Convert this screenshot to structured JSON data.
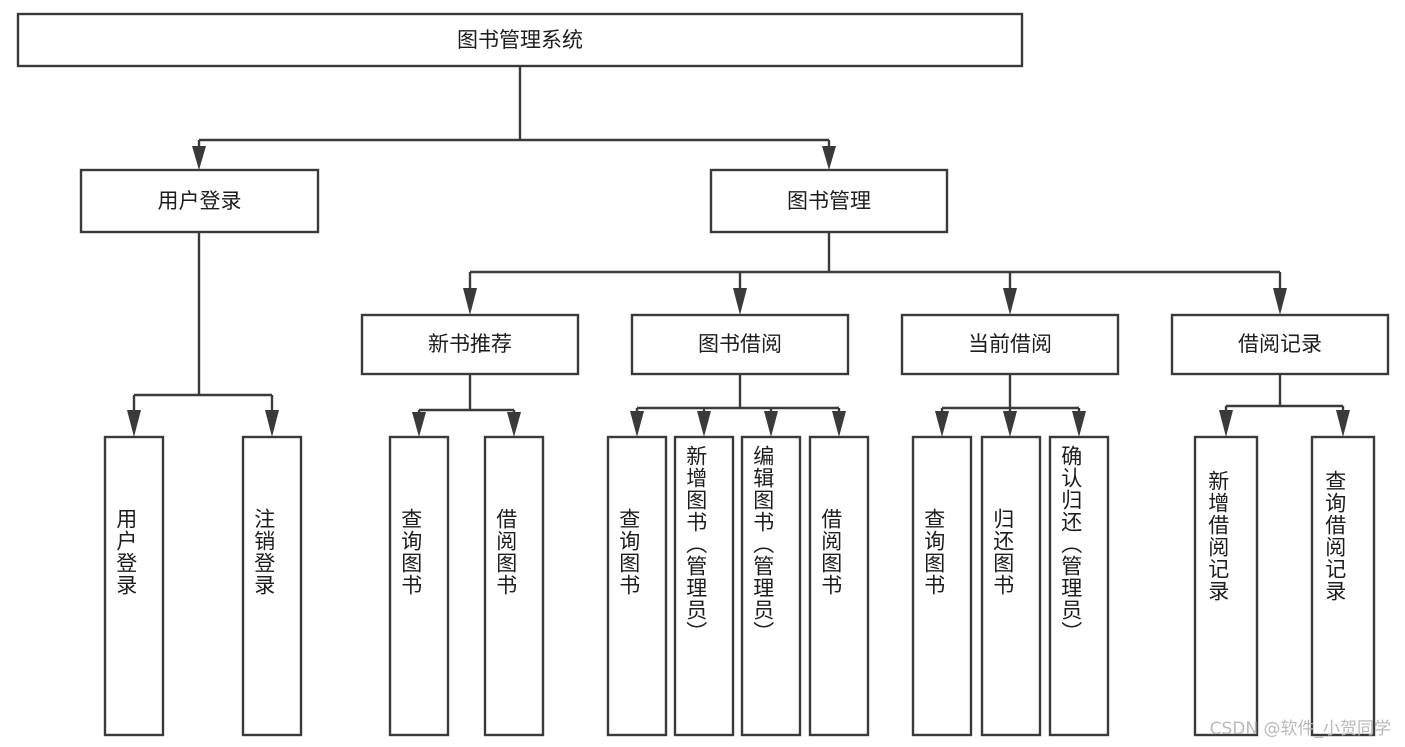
{
  "diagram": {
    "type": "tree-hierarchy-functional-decomposition",
    "title": "图书管理系统",
    "watermark": "CSDN @软件_小贺同学",
    "colors": {
      "stroke": "#3a3a3a",
      "fill": "#ffffff",
      "text": "#1d1d1d",
      "watermark": "#b9b9b9",
      "background": "#ffffff"
    },
    "nodes": {
      "root": {
        "label": "图书管理系统",
        "level": 0,
        "orientation": "horizontal"
      },
      "l1": [
        {
          "id": "user-login",
          "label": "用户登录",
          "level": 1,
          "orientation": "horizontal"
        },
        {
          "id": "book-manage",
          "label": "图书管理",
          "level": 1,
          "orientation": "horizontal"
        }
      ],
      "l2": [
        {
          "id": "new-book-recommend",
          "label": "新书推荐",
          "level": 2,
          "orientation": "horizontal",
          "parent": "book-manage"
        },
        {
          "id": "book-borrow",
          "label": "图书借阅",
          "level": 2,
          "orientation": "horizontal",
          "parent": "book-manage"
        },
        {
          "id": "current-borrow",
          "label": "当前借阅",
          "level": 2,
          "orientation": "horizontal",
          "parent": "book-manage"
        },
        {
          "id": "borrow-record",
          "label": "借阅记录",
          "level": 2,
          "orientation": "horizontal",
          "parent": "book-manage"
        }
      ],
      "leaves": [
        {
          "id": "leaf-user-login",
          "label": "用户登录",
          "parent": "user-login",
          "orientation": "vertical"
        },
        {
          "id": "leaf-logout-login",
          "label": "注销登录",
          "parent": "user-login",
          "orientation": "vertical"
        },
        {
          "id": "leaf-query-book-1",
          "label": "查询图书",
          "parent": "new-book-recommend",
          "orientation": "vertical"
        },
        {
          "id": "leaf-borrow-book-1",
          "label": "借阅图书",
          "parent": "new-book-recommend",
          "orientation": "vertical"
        },
        {
          "id": "leaf-query-book-2",
          "label": "查询图书",
          "parent": "book-borrow",
          "orientation": "vertical"
        },
        {
          "id": "leaf-add-book-admin",
          "label": "新增图书（管理员）",
          "parent": "book-borrow",
          "orientation": "vertical"
        },
        {
          "id": "leaf-edit-book-admin",
          "label": "编辑图书（管理员）",
          "parent": "book-borrow",
          "orientation": "vertical"
        },
        {
          "id": "leaf-borrow-book-2",
          "label": "借阅图书",
          "parent": "book-borrow",
          "orientation": "vertical"
        },
        {
          "id": "leaf-query-book-3",
          "label": "查询图书",
          "parent": "current-borrow",
          "orientation": "vertical"
        },
        {
          "id": "leaf-return-book",
          "label": "归还图书",
          "parent": "current-borrow",
          "orientation": "vertical"
        },
        {
          "id": "leaf-confirm-return-admin",
          "label": "确认归还（管理员）",
          "parent": "current-borrow",
          "orientation": "vertical"
        },
        {
          "id": "leaf-add-borrow-record",
          "label": "新增借阅记录",
          "parent": "borrow-record",
          "orientation": "vertical"
        },
        {
          "id": "leaf-query-borrow-record",
          "label": "查询借阅记录",
          "parent": "borrow-record",
          "orientation": "vertical"
        }
      ]
    }
  }
}
